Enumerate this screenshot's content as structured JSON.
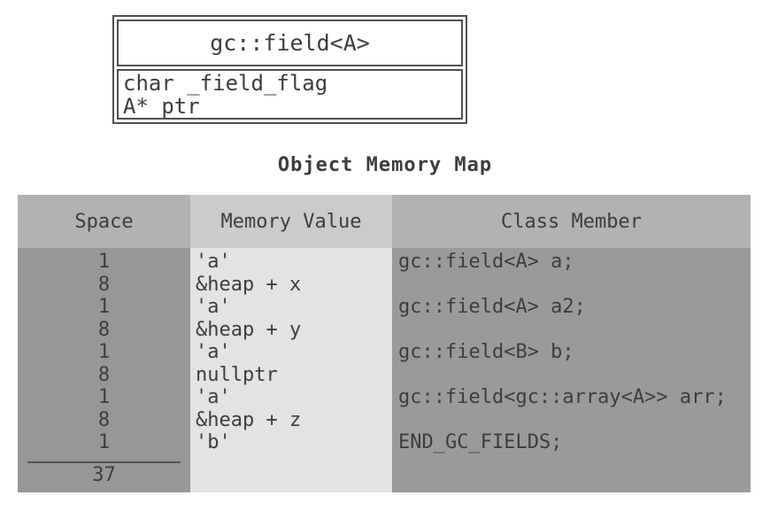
{
  "class_box": {
    "title": "gc::field<A>",
    "fields": [
      "char _field_flag",
      "A* ptr"
    ]
  },
  "memory_map": {
    "title": "Object Memory Map",
    "headers": {
      "space": "Space",
      "value": "Memory Value",
      "member": "Class Member"
    },
    "rows": [
      {
        "space": "1",
        "value": "'a'",
        "member": "gc::field<A> a;"
      },
      {
        "space": "8",
        "value": "&heap + x",
        "member": ""
      },
      {
        "space": "1",
        "value": "'a'",
        "member": "gc::field<A> a2;"
      },
      {
        "space": "8",
        "value": "&heap + y",
        "member": ""
      },
      {
        "space": "1",
        "value": "'a'",
        "member": "gc::field<B> b;"
      },
      {
        "space": "8",
        "value": "nullptr",
        "member": ""
      },
      {
        "space": "1",
        "value": "'a'",
        "member": "gc::field<gc::array<A>> arr;"
      },
      {
        "space": "8",
        "value": "&heap + z",
        "member": ""
      },
      {
        "space": "1",
        "value": "'b'",
        "member": "END_GC_FIELDS;"
      }
    ],
    "total_space": "37",
    "colors": {
      "header_bg": "#b2b2b2",
      "header_value_bg": "#cbcbcb",
      "body_space_bg": "#979797",
      "body_value_bg": "#e3e3e3",
      "body_member_bg": "#9a9a9a",
      "text": "#3d3d3d",
      "line": "#4f4f4f"
    }
  }
}
